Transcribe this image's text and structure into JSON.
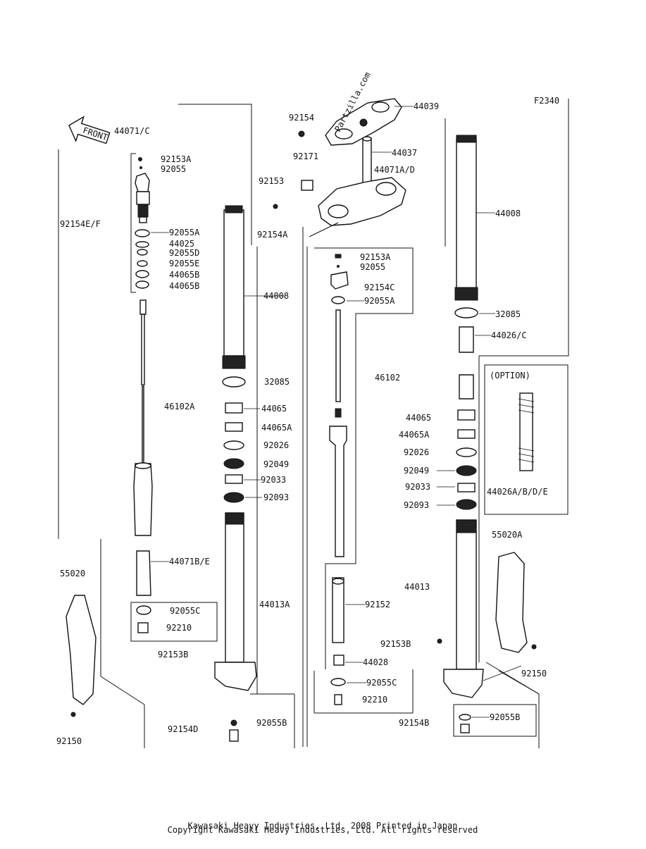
{
  "figure_code": "F2340",
  "watermark": "Partzilla.com",
  "front_label": "FRONT",
  "option_label": "(OPTION)",
  "footer_line1": "Kawasaki Heavy Industries, Ltd. 2008 Printed in Japan",
  "footer_line2": "Copyright Kawasaki Heavy Industries, Ltd. All rights reserved",
  "parts": {
    "p44039": "44039",
    "p92154": "92154",
    "p44037": "44037",
    "p92171": "92171",
    "p44071AD": "44071A/D",
    "p92153": "92153",
    "p92154A": "92154A",
    "p44071C": "44071/C",
    "p92153A_l": "92153A",
    "p92055_l": "92055",
    "p92154EF": "92154E/F",
    "p92055A_l": "92055A",
    "p44025": "44025",
    "p92055D": "92055D",
    "p92055E": "92055E",
    "p44065B_1": "44065B",
    "p44065B_2": "44065B",
    "p44008_l": "44008",
    "p32085_l": "32085",
    "p46102A": "46102A",
    "p44065_l": "44065",
    "p44065A_l": "44065A",
    "p92026_l": "92026",
    "p92049_l": "92049",
    "p92033_l": "92033",
    "p92093_l": "92093",
    "p44071BE": "44071B/E",
    "p55020": "55020",
    "p44013A": "44013A",
    "p92055C_l": "92055C",
    "p92210_l": "92210",
    "p92153B_l": "92153B",
    "p92154D": "92154D",
    "p92055B_l": "92055B",
    "p92150_l": "92150",
    "p92153A_m": "92153A",
    "p92055_m": "92055",
    "p92154C": "92154C",
    "p92055A_m": "92055A",
    "p46102": "46102",
    "p44013": "44013",
    "p92152": "92152",
    "p92153B_m": "92153B",
    "p44028": "44028",
    "p92055C_m": "92055C",
    "p92210_m": "92210",
    "p92154B": "92154B",
    "p92055B_r": "92055B",
    "p44008_r": "44008",
    "p32085_r": "32085",
    "p44026C": "44026/C",
    "p44065_r": "44065",
    "p44065A_r": "44065A",
    "p92026_r": "92026",
    "p92049_r": "92049",
    "p92033_r": "92033",
    "p92093_r": "92093",
    "p44026ABDE": "44026A/B/D/E",
    "p55020A": "55020A",
    "p92150_r": "92150"
  }
}
